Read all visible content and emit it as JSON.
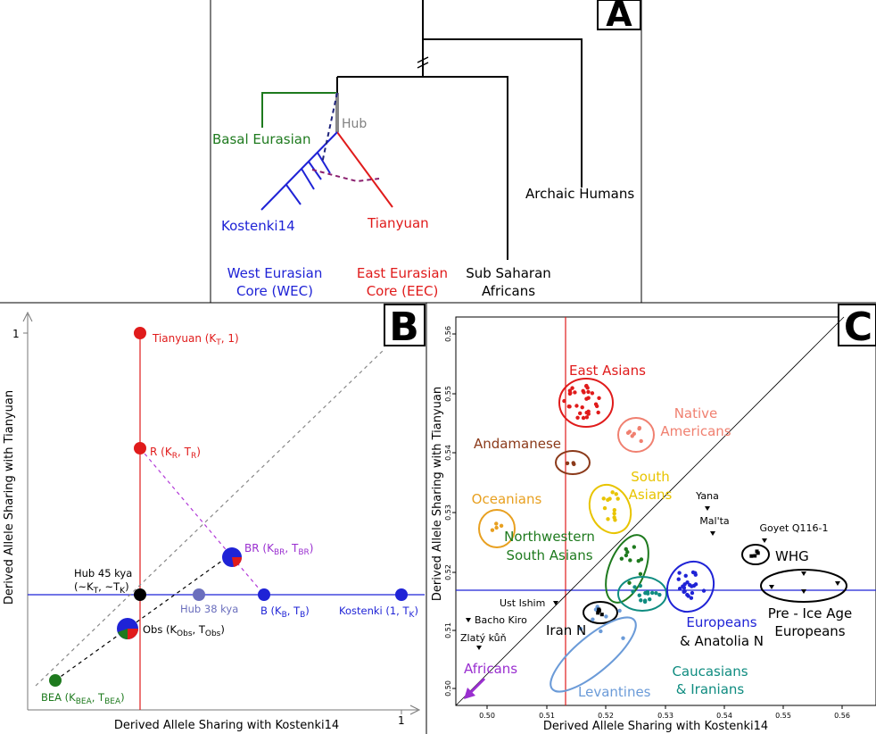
{
  "panelA": {
    "letter": "A",
    "hub": "Hub",
    "basal": "Basal Eurasian",
    "kostenki": "Kostenki14",
    "tianyuan": "Tianyuan",
    "archaic": "Archaic Humans",
    "wec1": "West Eurasian",
    "wec2": "Core (WEC)",
    "eec1": "East Eurasian",
    "eec2": "Core (EEC)",
    "ssa1": "Sub Saharan",
    "ssa2": "Africans",
    "colors": {
      "green": "#1e7a1e",
      "blue": "#1f23d6",
      "red": "#e01b1b",
      "grey": "#808080"
    }
  },
  "panelB": {
    "letter": "B",
    "xlabel": "Derived Allele Sharing with Kostenki14",
    "ylabel": "Derived Allele Sharing with Tianyuan",
    "tick_one": "1",
    "tick_one_x": "1",
    "pts": {
      "tianyuan": "Tianyuan (K",
      "tianyuan_sub": "T",
      "tianyuan_end": ", 1)",
      "r": "R (K",
      "r_sub1": "R",
      "r_mid": ", T",
      "r_sub2": "R",
      "r_end": ")",
      "br": "BR (K",
      "br_sub1": "BR",
      "br_mid": ", T",
      "br_sub2": "BR",
      "br_end": ")",
      "hub45a": "Hub 45 kya",
      "hub45b": "(~K",
      "hub45b_sub1": "T",
      "hub45b_mid": ", ~T",
      "hub45b_sub2": "K",
      "hub45b_end": ")",
      "hub38": "Hub 38 kya",
      "b": "B (K",
      "b_sub1": "B",
      "b_mid": ", T",
      "b_sub2": "B",
      "b_end": ")",
      "kost": "Kostenki (1, T",
      "kost_sub": "K",
      "kost_end": ")",
      "obs": "Obs (K",
      "obs_sub1": "Obs",
      "obs_mid": ", T",
      "obs_sub2": "Obs",
      "obs_end": ")",
      "bea": "BEA (K",
      "bea_sub1": "BEA",
      "bea_mid": ", T",
      "bea_sub2": "BEA",
      "bea_end": ")"
    }
  },
  "panelC": {
    "letter": "C",
    "xlabel": "Derived Allele Sharing with Kostenki14",
    "ylabel": "Derived Allele Sharing with Tianyuan",
    "xticks": [
      "0.50",
      "0.51",
      "0.52",
      "0.53",
      "0.54",
      "0.55",
      "0.56"
    ],
    "yticks": [
      "0.50",
      "0.51",
      "0.52",
      "0.53",
      "0.54",
      "0.55",
      "0.56"
    ],
    "groups": {
      "east_asians": "East Asians",
      "native1": "Native",
      "native2": "Americans",
      "andamanese": "Andamanese",
      "south1": "South",
      "south2": "Asians",
      "oceanians": "Oceanians",
      "nw1": "Northwestern",
      "nw2": "South Asians",
      "yana": "Yana",
      "malta": "Mal'ta",
      "goyet": "Goyet Q116-1",
      "whg": "WHG",
      "preice1": "Pre - Ice Age",
      "preice2": "Europeans",
      "ustishim": "Ust Ishim",
      "bacho": "Bacho Kiro",
      "zlaty": "Zlatý kůň",
      "iran": "Iran N",
      "eu1": "Europeans",
      "eu2": "& Anatolia N",
      "cau1": "Caucasians",
      "cau2": "& Iranians",
      "africans": "Africans",
      "levantines": "Levantines"
    }
  }
}
